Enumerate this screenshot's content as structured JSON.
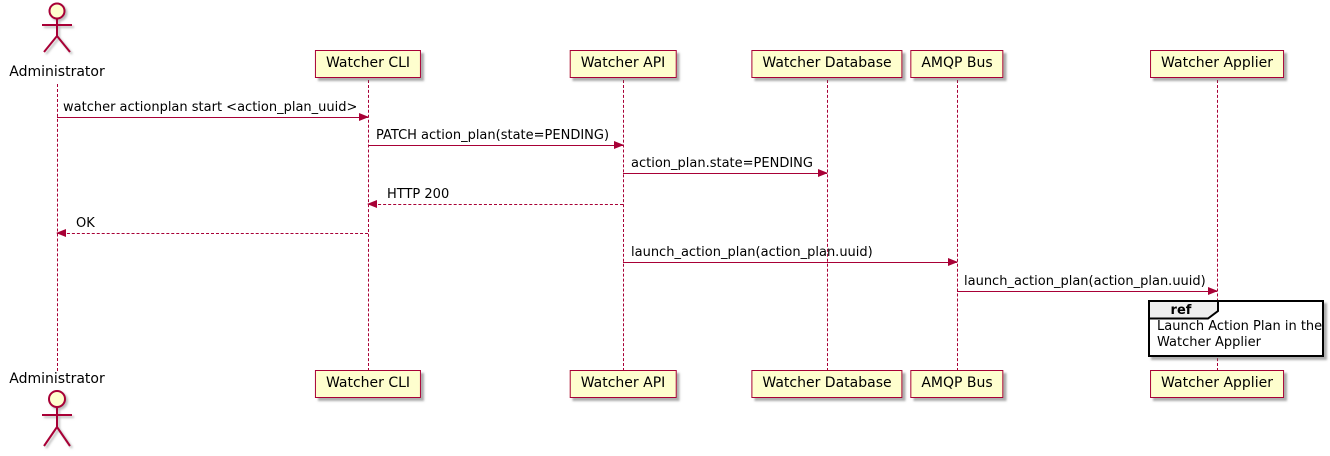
{
  "diagram": {
    "type": "uml-sequence",
    "actor": {
      "name": "Administrator"
    },
    "participants": [
      {
        "name": "Watcher CLI"
      },
      {
        "name": "Watcher API"
      },
      {
        "name": "Watcher Database"
      },
      {
        "name": "AMQP Bus"
      },
      {
        "name": "Watcher Applier"
      }
    ],
    "messages": [
      {
        "from": "Administrator",
        "to": "Watcher CLI",
        "label": "watcher actionplan start <action_plan_uuid>",
        "style": "solid"
      },
      {
        "from": "Watcher CLI",
        "to": "Watcher API",
        "label": "PATCH action_plan(state=PENDING)",
        "style": "solid"
      },
      {
        "from": "Watcher API",
        "to": "Watcher Database",
        "label": "action_plan.state=PENDING",
        "style": "solid"
      },
      {
        "from": "Watcher API",
        "to": "Watcher CLI",
        "label": "HTTP 200",
        "style": "dashed"
      },
      {
        "from": "Watcher CLI",
        "to": "Administrator",
        "label": "OK",
        "style": "dashed"
      },
      {
        "from": "Watcher API",
        "to": "AMQP Bus",
        "label": "launch_action_plan(action_plan.uuid)",
        "style": "solid"
      },
      {
        "from": "AMQP Bus",
        "to": "Watcher Applier",
        "label": "launch_action_plan(action_plan.uuid)",
        "style": "solid"
      }
    ],
    "ref": {
      "keyword": "ref",
      "over": "Watcher Applier",
      "line1": "Launch Action Plan in the",
      "line2": "Watcher Applier"
    },
    "colors": {
      "border": "#A80036",
      "fill": "#FEFECE",
      "text": "#000000",
      "ref_border": "#000000",
      "ref_header_fill": "#EEEEEE"
    }
  }
}
